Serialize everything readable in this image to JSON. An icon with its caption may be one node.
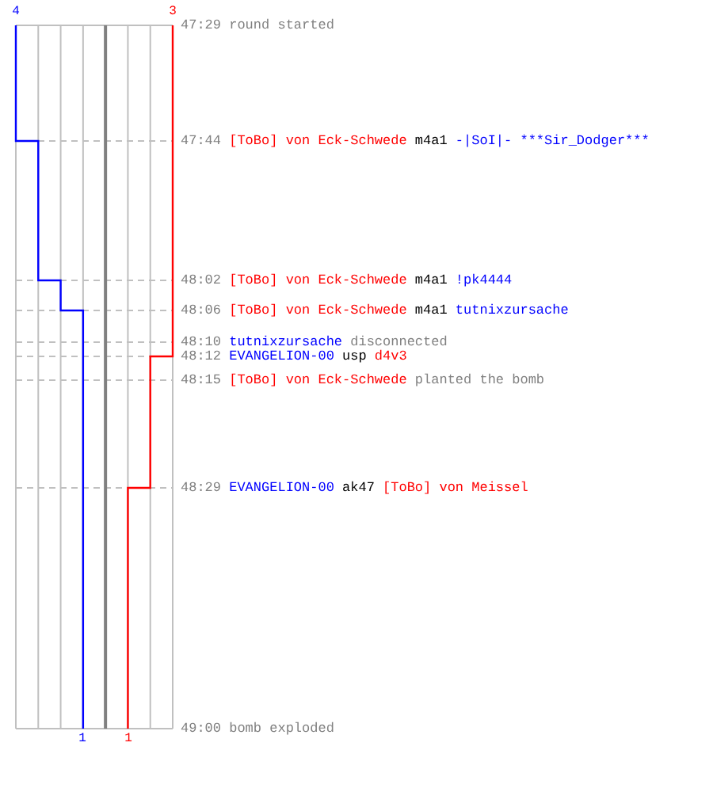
{
  "diagram": {
    "labels": [
      "4",
      "3",
      "47:29",
      "round started",
      "47:44",
      "[ToBo] von Eck-Schwede",
      "m4a1",
      "-|SoI|- ***Sir_Dodger***",
      "48:02",
      "[ToBo] von Eck-Schwede",
      "m4a1",
      "!pk4444",
      "48:06",
      "[ToBo] von Eck-Schwede",
      "m4a1",
      "tutnixzursache",
      "48:10",
      "tutnixzursache",
      "disconnected",
      "48:12",
      "EVANGELION-00",
      "usp",
      "d4v3",
      "48:15",
      "[ToBo] von Eck-Schwede",
      "planted the bomb",
      "48:29",
      "EVANGELION-00",
      "ak47",
      "[ToBo] von Meissel",
      "1",
      "1",
      "49:00",
      "bomb exploded"
    ]
  }
}
